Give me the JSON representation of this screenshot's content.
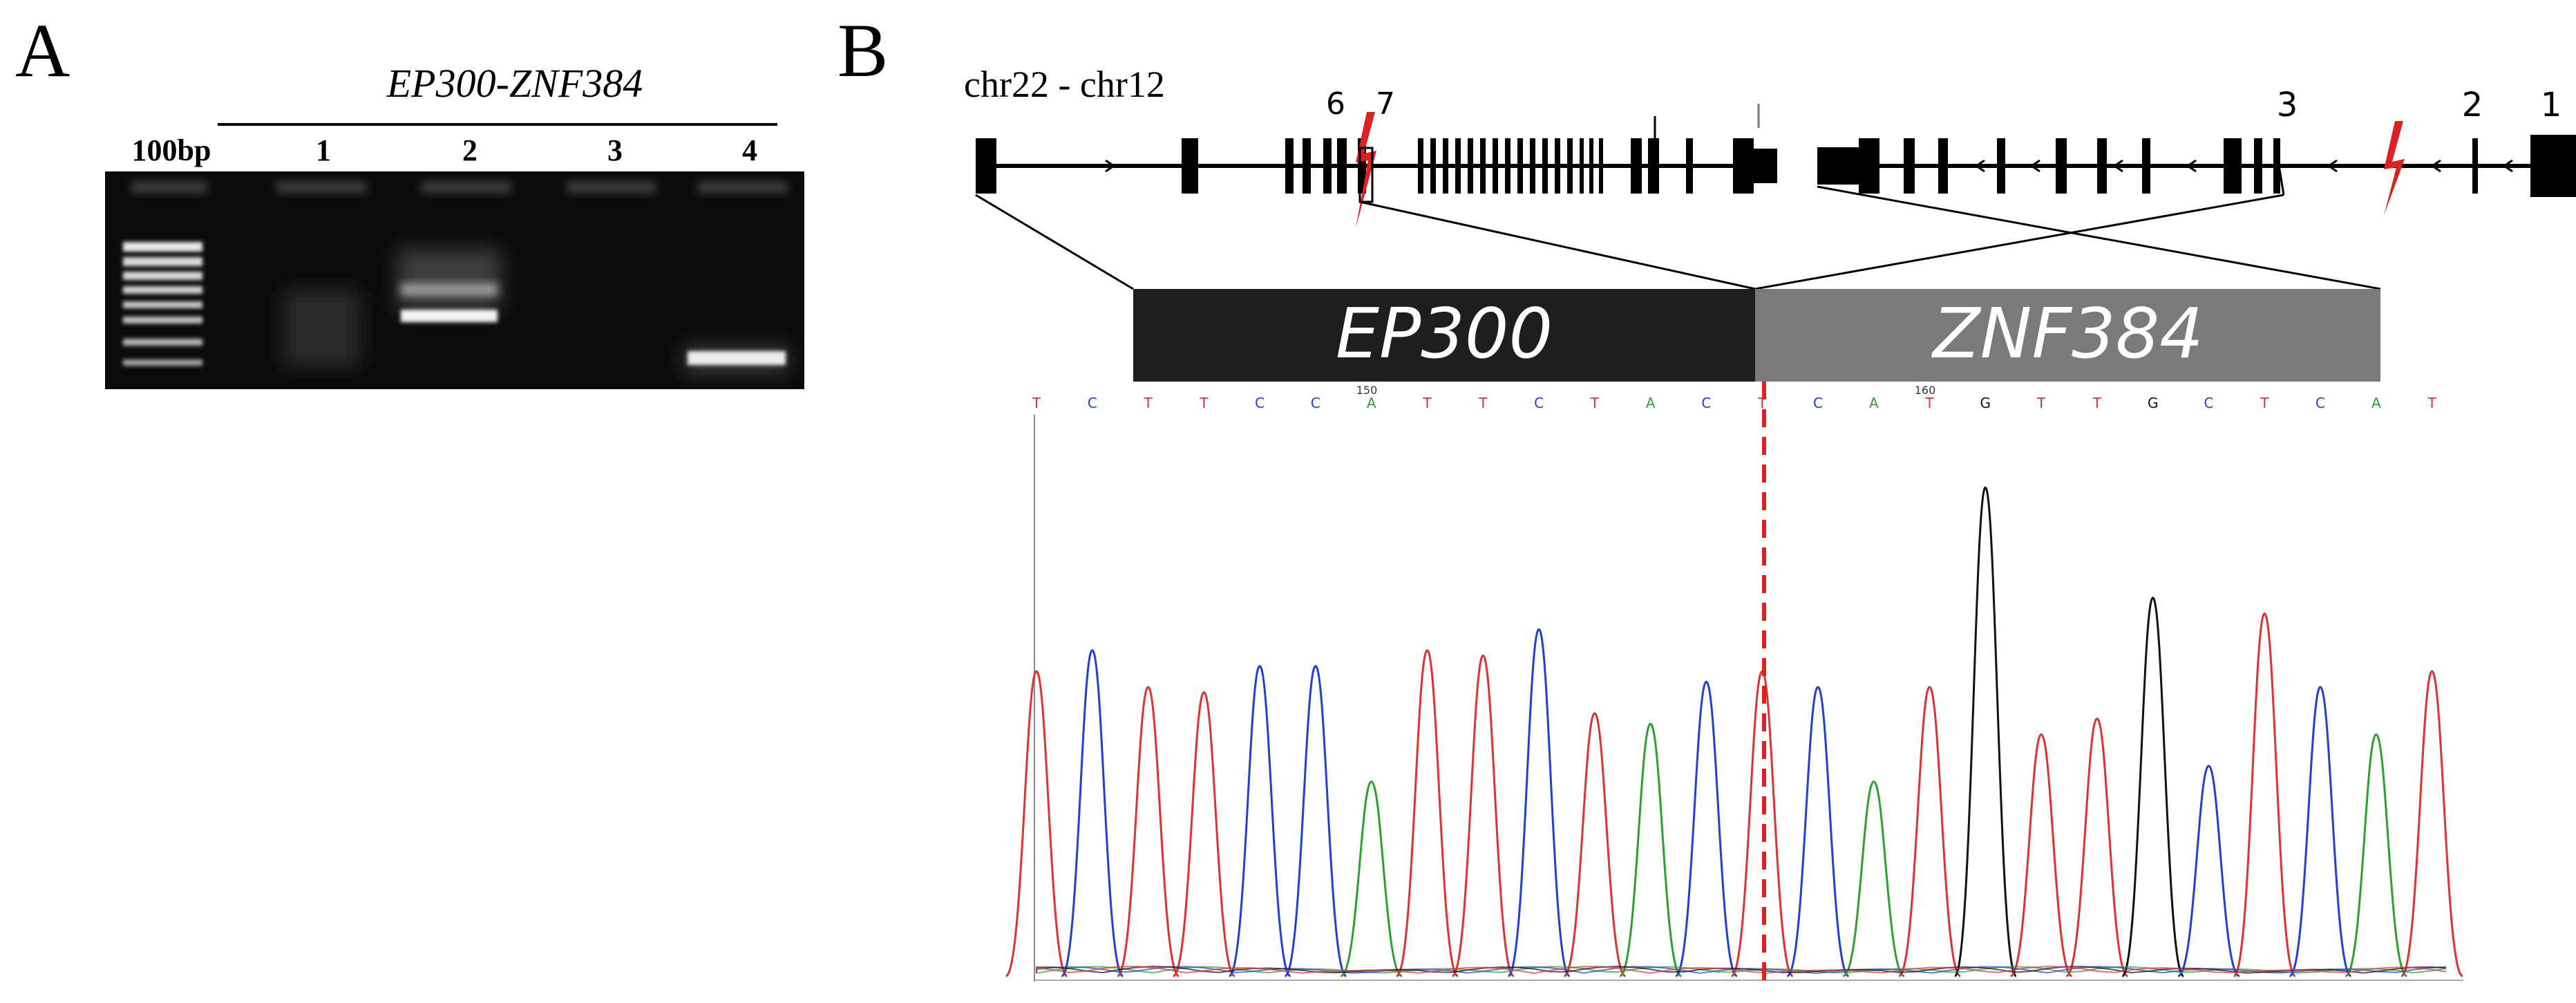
{
  "panel_a": {
    "letter": "A",
    "gel_title": "EP300-ZNF384",
    "ladder_label": "100bp",
    "lane_labels": [
      "1",
      "2",
      "3",
      "4"
    ]
  },
  "panel_b": {
    "letter": "B",
    "chrom_label": "chr22 - chr12",
    "ep300_exon_numbers": [
      "6",
      "7"
    ],
    "znf384_exon_numbers": [
      "3",
      "2",
      "1"
    ],
    "gene_left": "EP300",
    "gene_right": "ZNF384",
    "sequence": [
      "T",
      "C",
      "T",
      "T",
      "C",
      "C",
      "A",
      "T",
      "T",
      "C",
      "T",
      "A",
      "C",
      "T",
      "C",
      "A",
      "T",
      "G",
      "T",
      "T",
      "G",
      "C",
      "T",
      "C",
      "A",
      "T"
    ],
    "position_markers": [
      "150",
      "160"
    ],
    "colors": {
      "A": "#2ca02c",
      "C": "#1f3fd6",
      "G": "#111111",
      "T": "#e03030",
      "breakpoint": "#e02020",
      "ep300_bar": "#1e1e1e",
      "znf384_bar": "#7a7a7a"
    },
    "peak_heights": [
      0.58,
      0.62,
      0.55,
      0.54,
      0.59,
      0.59,
      0.37,
      0.62,
      0.61,
      0.66,
      0.5,
      0.48,
      0.56,
      0.58,
      0.55,
      0.37,
      0.55,
      0.93,
      0.46,
      0.49,
      0.72,
      0.4,
      0.69,
      0.55,
      0.46,
      0.58
    ]
  }
}
